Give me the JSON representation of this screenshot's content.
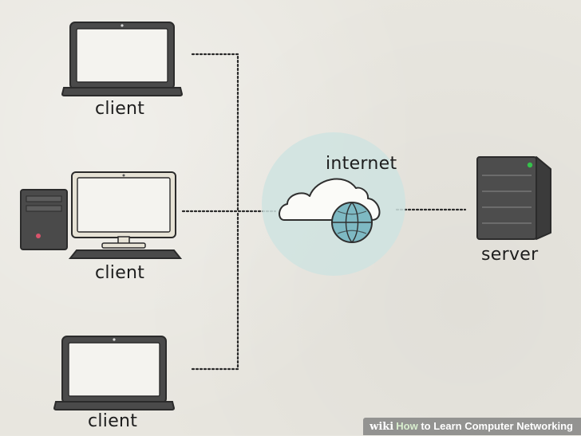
{
  "labels": {
    "client_1": "client",
    "client_2": "client",
    "client_3": "client",
    "internet": "internet",
    "server": "server"
  },
  "watermark": {
    "brand": "wiki",
    "title_prefix": "How",
    "title_rest": " to Learn Computer Networking"
  },
  "colors": {
    "background": "#e8e6df",
    "device_outline": "#3a3a3a",
    "screen": "#f4f3ef",
    "internet_glow": "#cfe3e0",
    "globe": "#7eb9c3",
    "server_led": "#35c24b",
    "tower_led": "#d9536b"
  }
}
